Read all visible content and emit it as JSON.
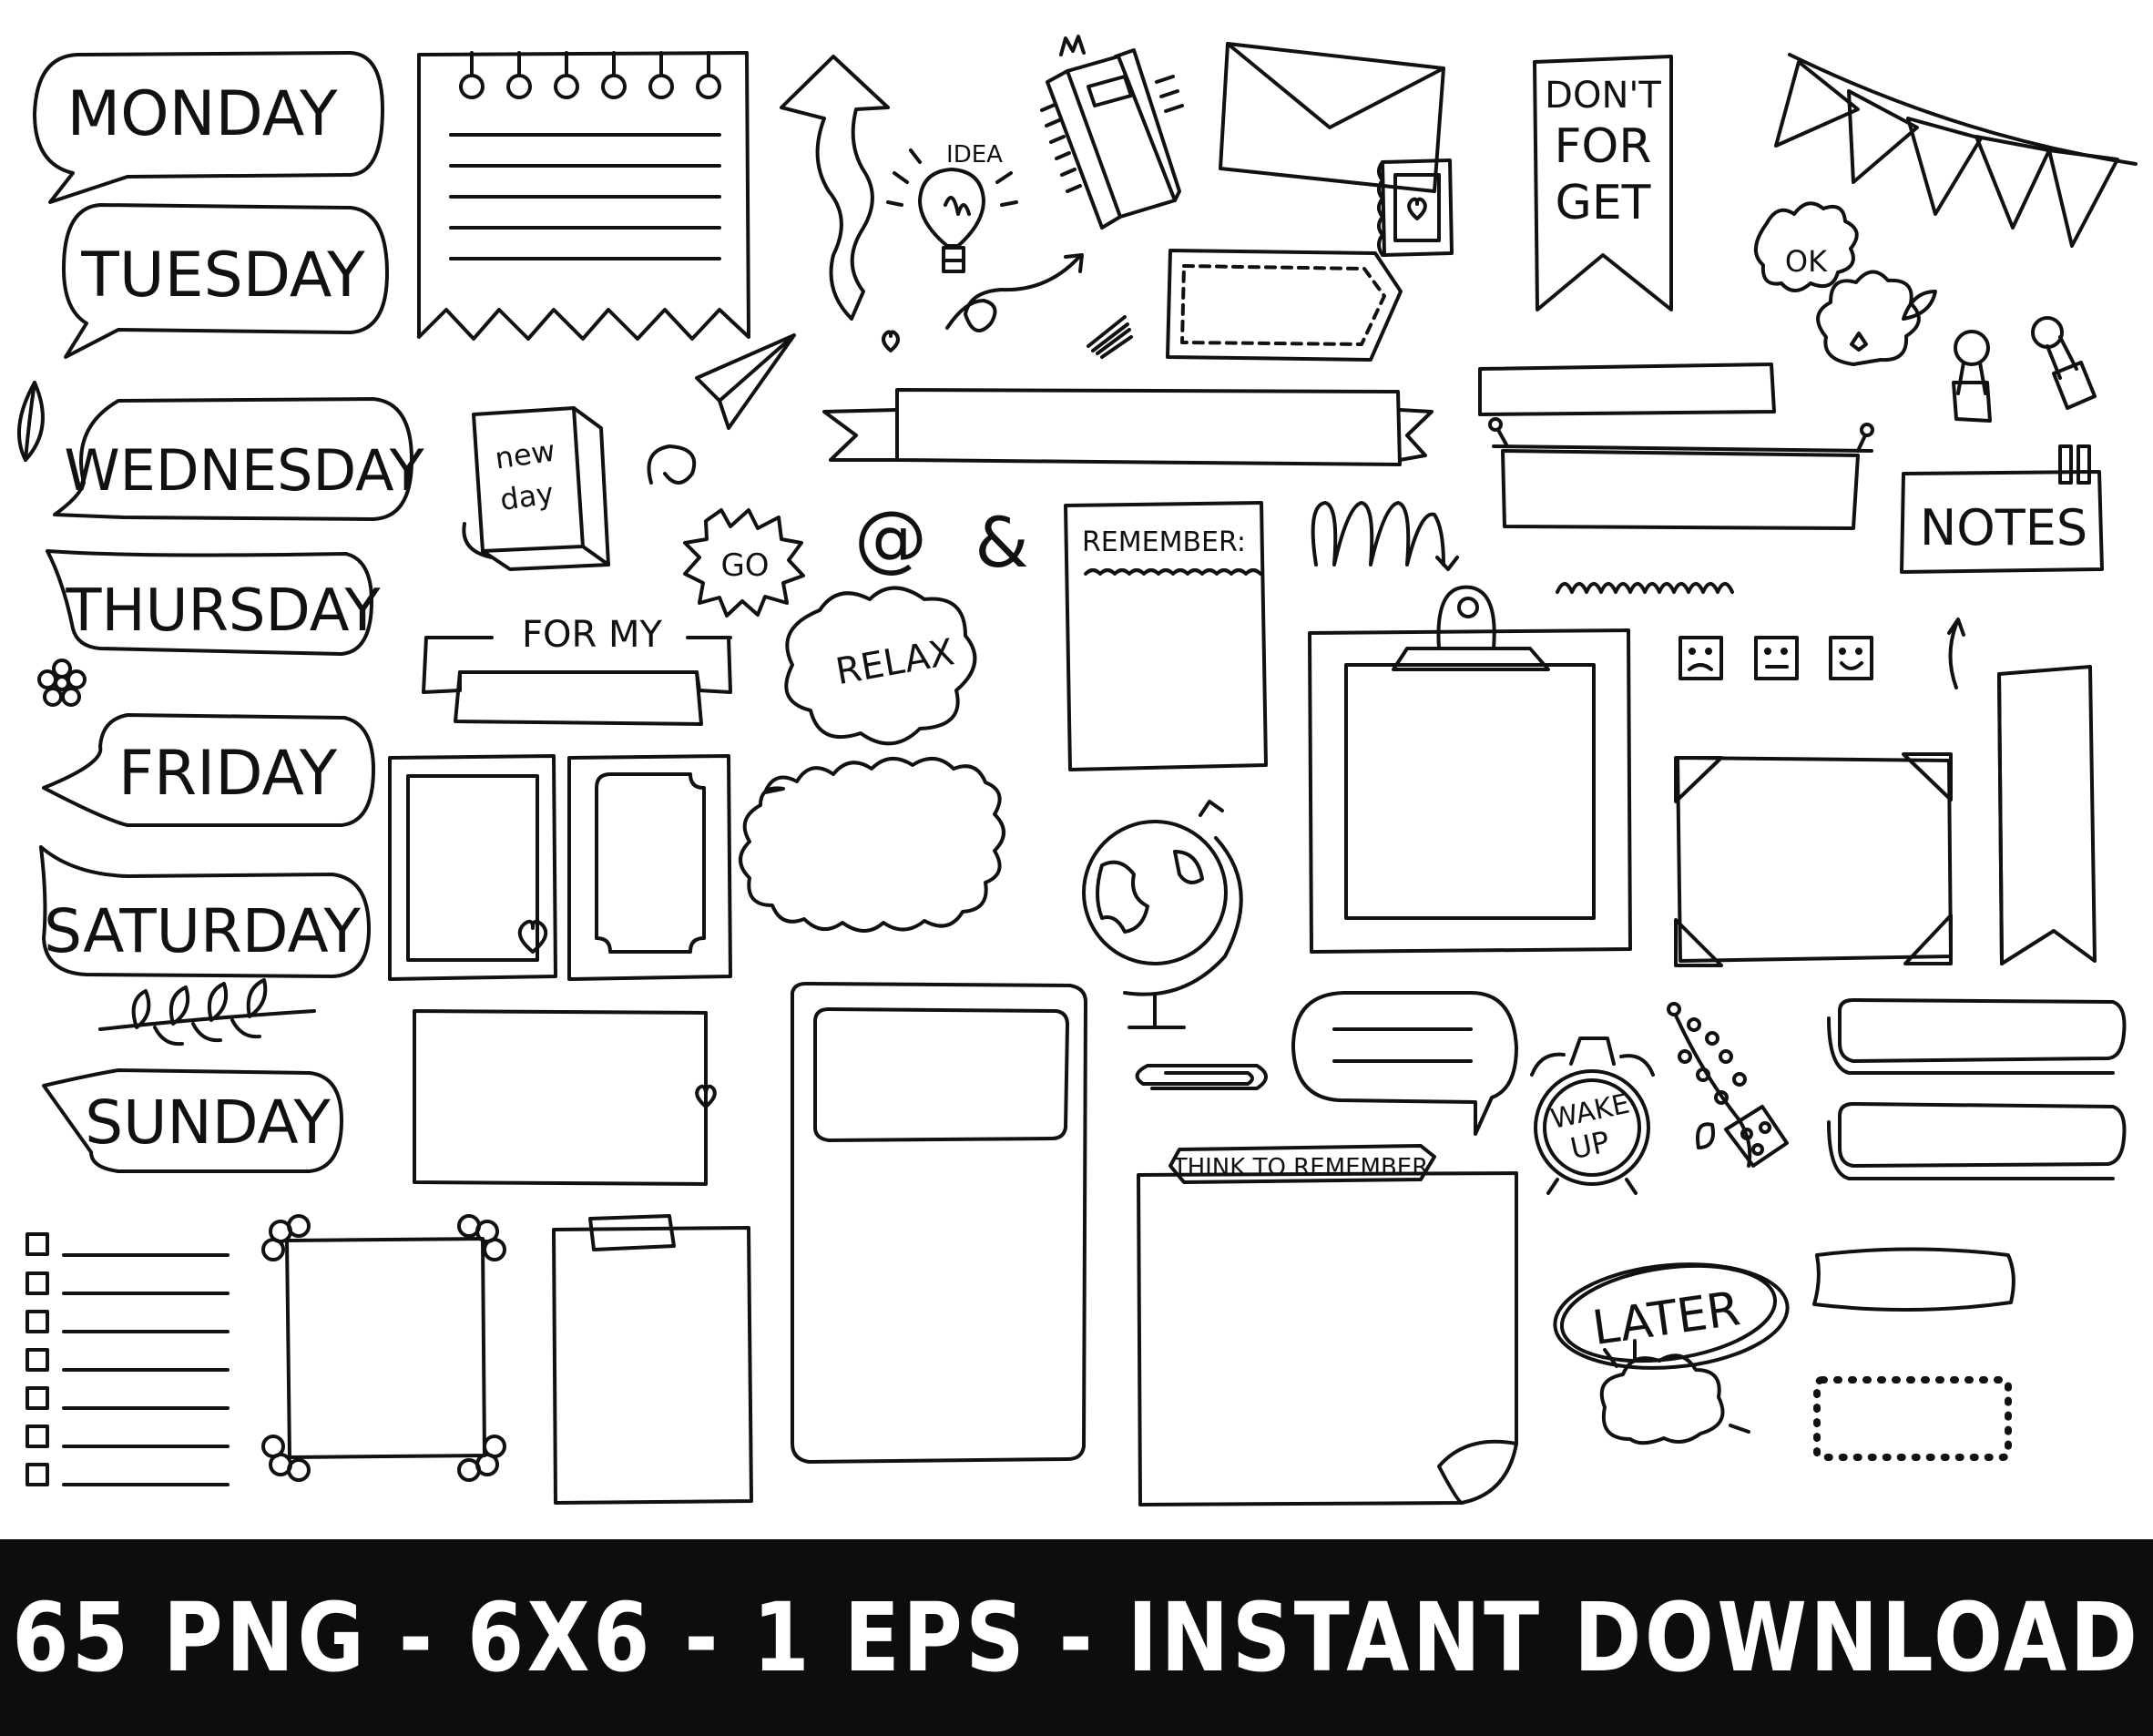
{
  "days": [
    "MONDAY",
    "TUESDAY",
    "WEDNESDAY",
    "THURSDAY",
    "FRIDAY",
    "SATURDAY",
    "SUNDAY"
  ],
  "labels": {
    "dont_forget": [
      "DON'T",
      "FOR",
      "GET"
    ],
    "idea": "IDEA",
    "ok": "OK",
    "new_day": [
      "new",
      "day"
    ],
    "go": "GO",
    "at": "@",
    "ampersand": "&",
    "remember": "REMEMBER:",
    "notes": "NOTES",
    "for_my": "FOR MY",
    "relax": "RELAX",
    "think_to_remember": "THINK TO REMEMBER",
    "wake_up": [
      "WAKE",
      "UP"
    ],
    "later": "LATER"
  },
  "banner": {
    "text": "65 PNG - 6X6 - 1 EPS - INSTANT DOWNLOAD",
    "background": "#0d0d0d",
    "color": "#ffffff"
  },
  "colors": {
    "ink": "#111111",
    "paper": "#ffffff"
  }
}
